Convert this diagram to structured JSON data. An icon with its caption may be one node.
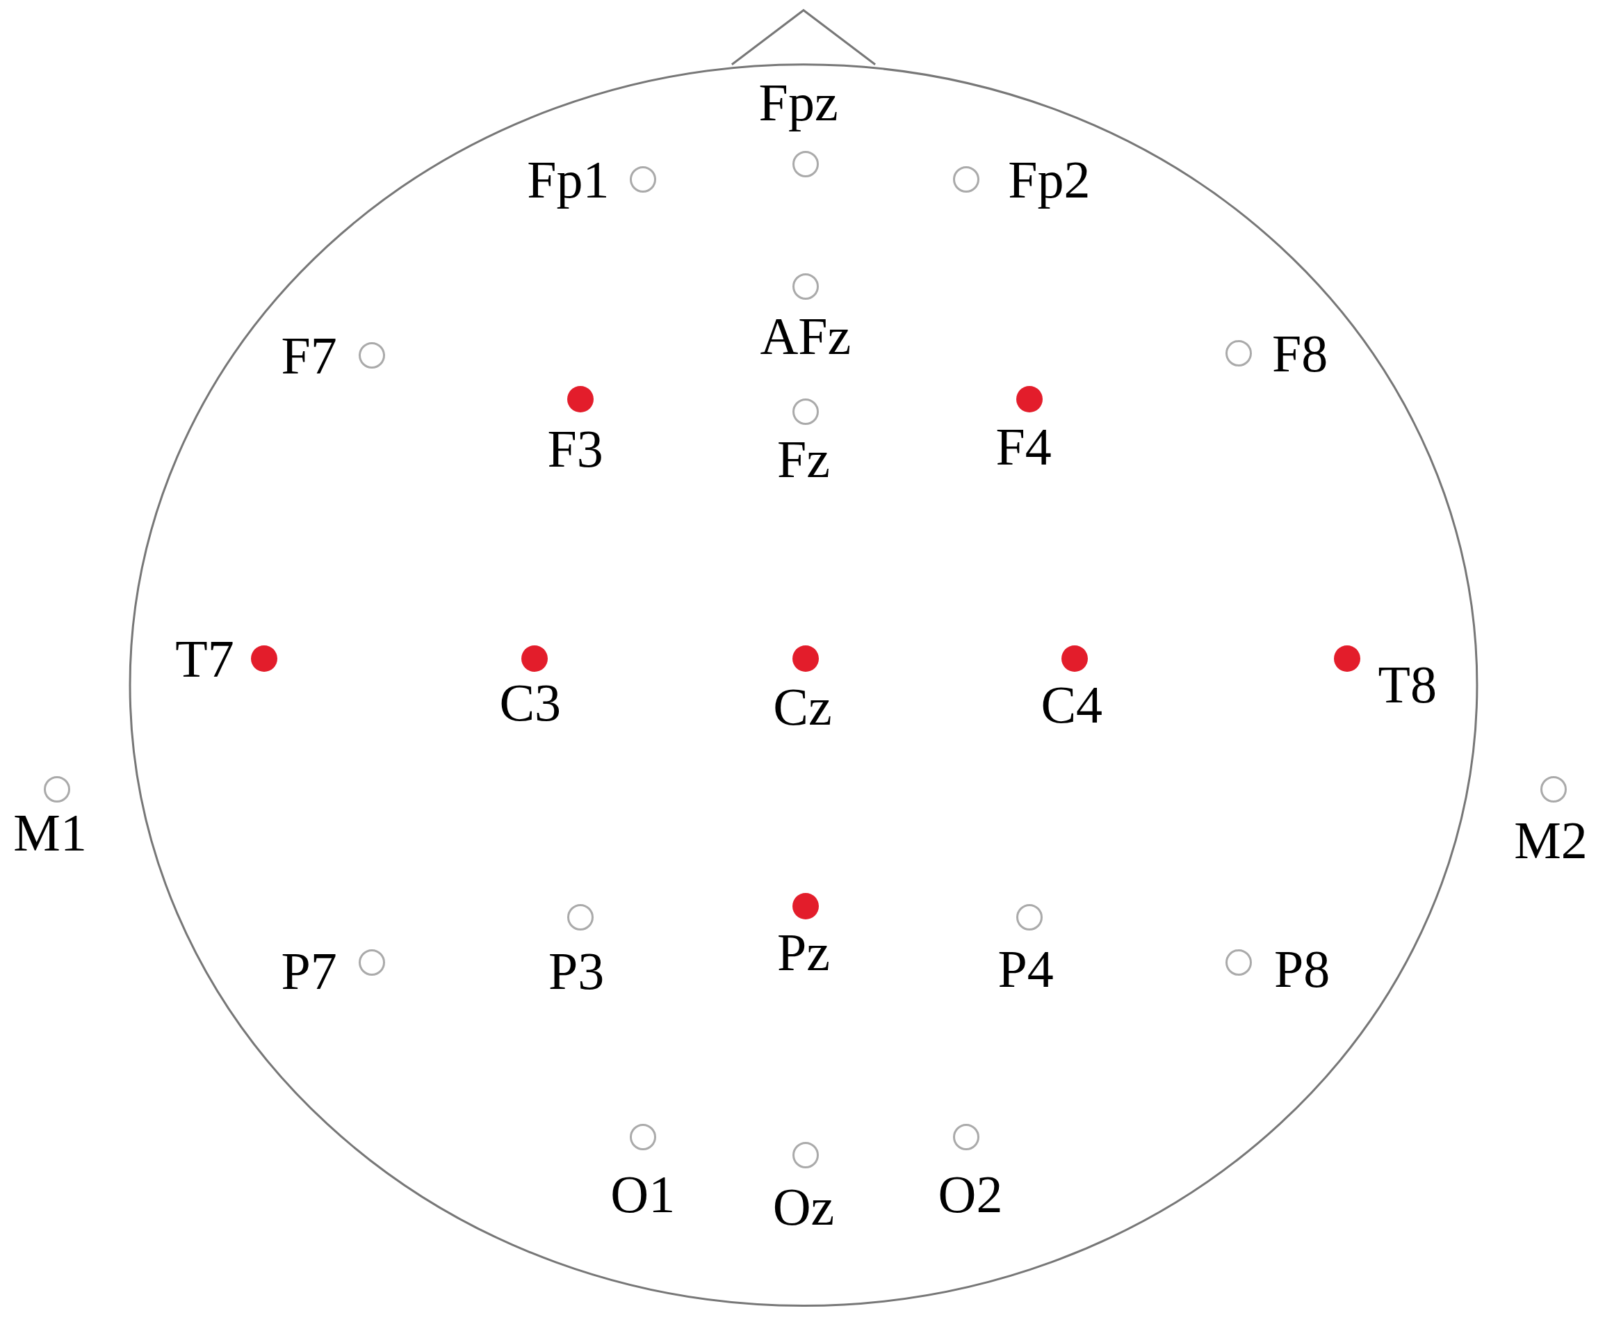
{
  "diagram": {
    "nodes": [
      {
        "text": [],
        "shape": "circle",
        "beside": [
          "Fpz"
        ]
      },
      {
        "text": [],
        "shape": "circle",
        "beside": [
          "Fp1"
        ]
      },
      {
        "text": [],
        "shape": "circle",
        "beside": [
          "Fp2"
        ]
      },
      {
        "text": [],
        "shape": "circle",
        "beside": [
          "AFz"
        ]
      },
      {
        "text": [],
        "shape": "circle",
        "beside": [
          "F7"
        ]
      },
      {
        "text": [],
        "shape": "circle",
        "beside": [
          "F8"
        ]
      },
      {
        "text": [],
        "shape": "dot",
        "beside": [
          "F3"
        ]
      },
      {
        "text": [],
        "shape": "circle",
        "beside": [
          "Fz"
        ]
      },
      {
        "text": [],
        "shape": "dot",
        "beside": [
          "F4"
        ]
      },
      {
        "text": [],
        "shape": "dot",
        "beside": [
          "T7"
        ]
      },
      {
        "text": [],
        "shape": "dot",
        "beside": [
          "C3"
        ]
      },
      {
        "text": [],
        "shape": "dot",
        "beside": [
          "Cz"
        ]
      },
      {
        "text": [],
        "shape": "dot",
        "beside": [
          "C4"
        ]
      },
      {
        "text": [],
        "shape": "dot",
        "beside": [
          "T8"
        ]
      },
      {
        "text": [],
        "shape": "circle",
        "beside": [
          "M1"
        ]
      },
      {
        "text": [],
        "shape": "circle",
        "beside": [
          "M2"
        ]
      },
      {
        "text": [],
        "shape": "circle",
        "beside": [
          "P7"
        ]
      },
      {
        "text": [],
        "shape": "circle",
        "beside": [
          "P3"
        ]
      },
      {
        "text": [],
        "shape": "dot",
        "beside": [
          "Pz"
        ]
      },
      {
        "text": [],
        "shape": "circle",
        "beside": [
          "P4"
        ]
      },
      {
        "text": [],
        "shape": "circle",
        "beside": [
          "P8"
        ]
      },
      {
        "text": [],
        "shape": "circle",
        "beside": [
          "O1"
        ]
      },
      {
        "text": [],
        "shape": "circle",
        "beside": [
          "Oz"
        ]
      },
      {
        "text": [],
        "shape": "circle",
        "beside": [
          "O2"
        ]
      }
    ]
  }
}
